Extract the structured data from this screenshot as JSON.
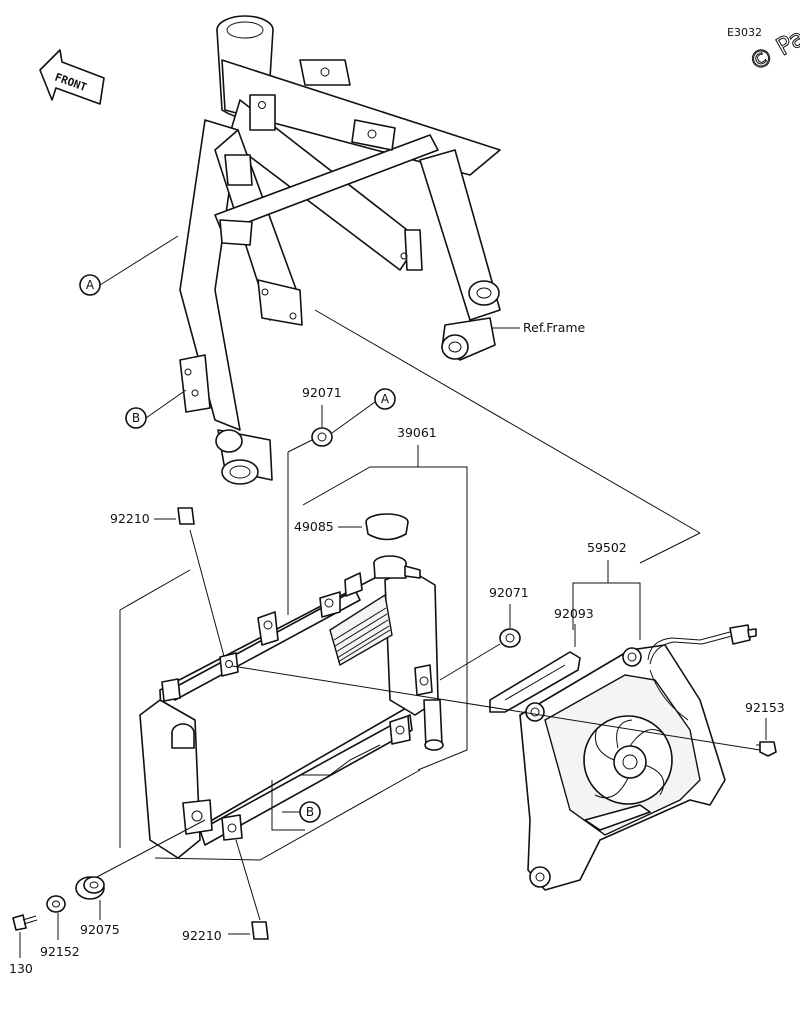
{
  "diagram_code": "E3032",
  "watermark": "© Pa",
  "front_arrow": "FRONT",
  "ref_frame": "Ref.Frame",
  "callouts": {
    "a": "A",
    "b": "B"
  },
  "parts": {
    "p92071_top": "92071",
    "p39061": "39061",
    "p92210_top": "92210",
    "p49085": "49085",
    "p59502": "59502",
    "p92071_mid": "92071",
    "p92093": "92093",
    "p92153": "92153",
    "p92075": "92075",
    "p92152": "92152",
    "p130": "130",
    "p92210_bot": "92210"
  }
}
